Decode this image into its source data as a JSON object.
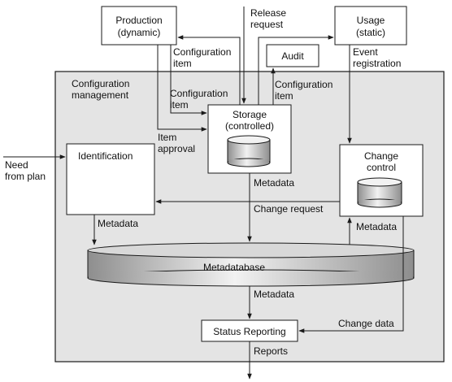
{
  "boxes": {
    "production": [
      "Production",
      "(dynamic)"
    ],
    "usage": [
      "Usage",
      "(static)"
    ],
    "audit": "Audit",
    "storage": [
      "Storage",
      "(controlled)"
    ],
    "identification": "Identification",
    "change_control": [
      "Change",
      "control"
    ],
    "status_reporting": "Status Reporting",
    "metadatabase": "Metadatabase"
  },
  "region_label": [
    "Configuration",
    "management"
  ],
  "labels": {
    "release_request": [
      "Release",
      "request"
    ],
    "config_item_top": [
      "Configuration",
      "item"
    ],
    "event_registration": [
      "Event",
      "registration"
    ],
    "config_item_left": [
      "Configuration",
      "item"
    ],
    "config_item_right": [
      "Configuration",
      "item"
    ],
    "item_approval": [
      "Item",
      "approval"
    ],
    "need_from_plan": [
      "Need",
      "from plan"
    ],
    "metadata_storage": "Metadata",
    "change_request": "Change request",
    "metadata_ident": "Metadata",
    "metadata_change": "Metadata",
    "metadata_bottom": "Metadata",
    "change_data": "Change data",
    "reports": "Reports"
  },
  "colors": {
    "region_fill": "#e4e4e4",
    "line": "#1a1a1a",
    "box_fill": "#ffffff",
    "cylinder_dark": "#8e8e8e",
    "cylinder_light": "#f2f2f2"
  }
}
